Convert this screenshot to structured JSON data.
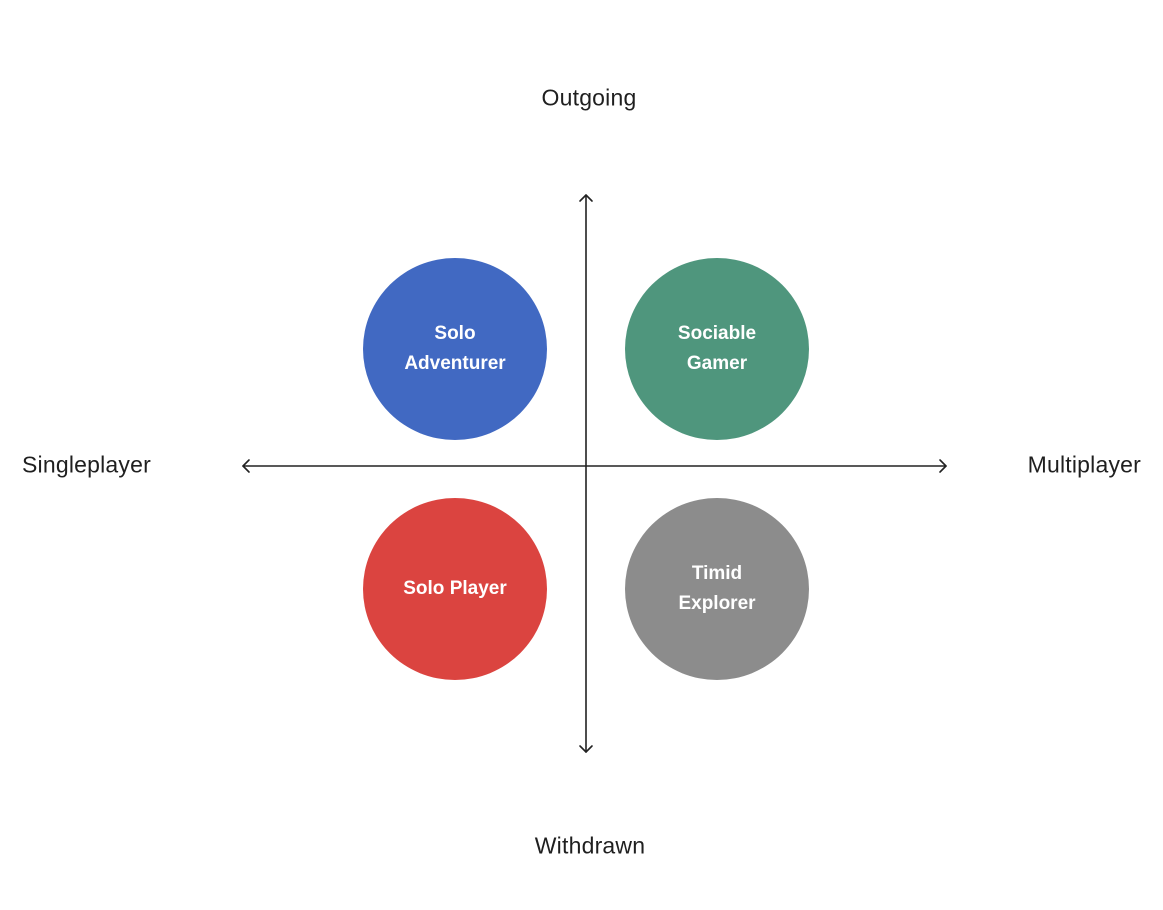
{
  "axes": {
    "top": "Outgoing",
    "bottom": "Withdrawn",
    "left": "Singleplayer",
    "right": "Multiplayer"
  },
  "quadrants": {
    "top_left": {
      "label": "Solo Adventurer",
      "color": "#4169c2"
    },
    "top_right": {
      "label": "Sociable Gamer",
      "color": "#4f967d"
    },
    "bottom_left": {
      "label": "Solo Player",
      "color": "#db4440"
    },
    "bottom_right": {
      "label": "Timid Explorer",
      "color": "#8c8c8c"
    }
  },
  "colors": {
    "axis": "#222222",
    "text": "#1f1f1f"
  }
}
